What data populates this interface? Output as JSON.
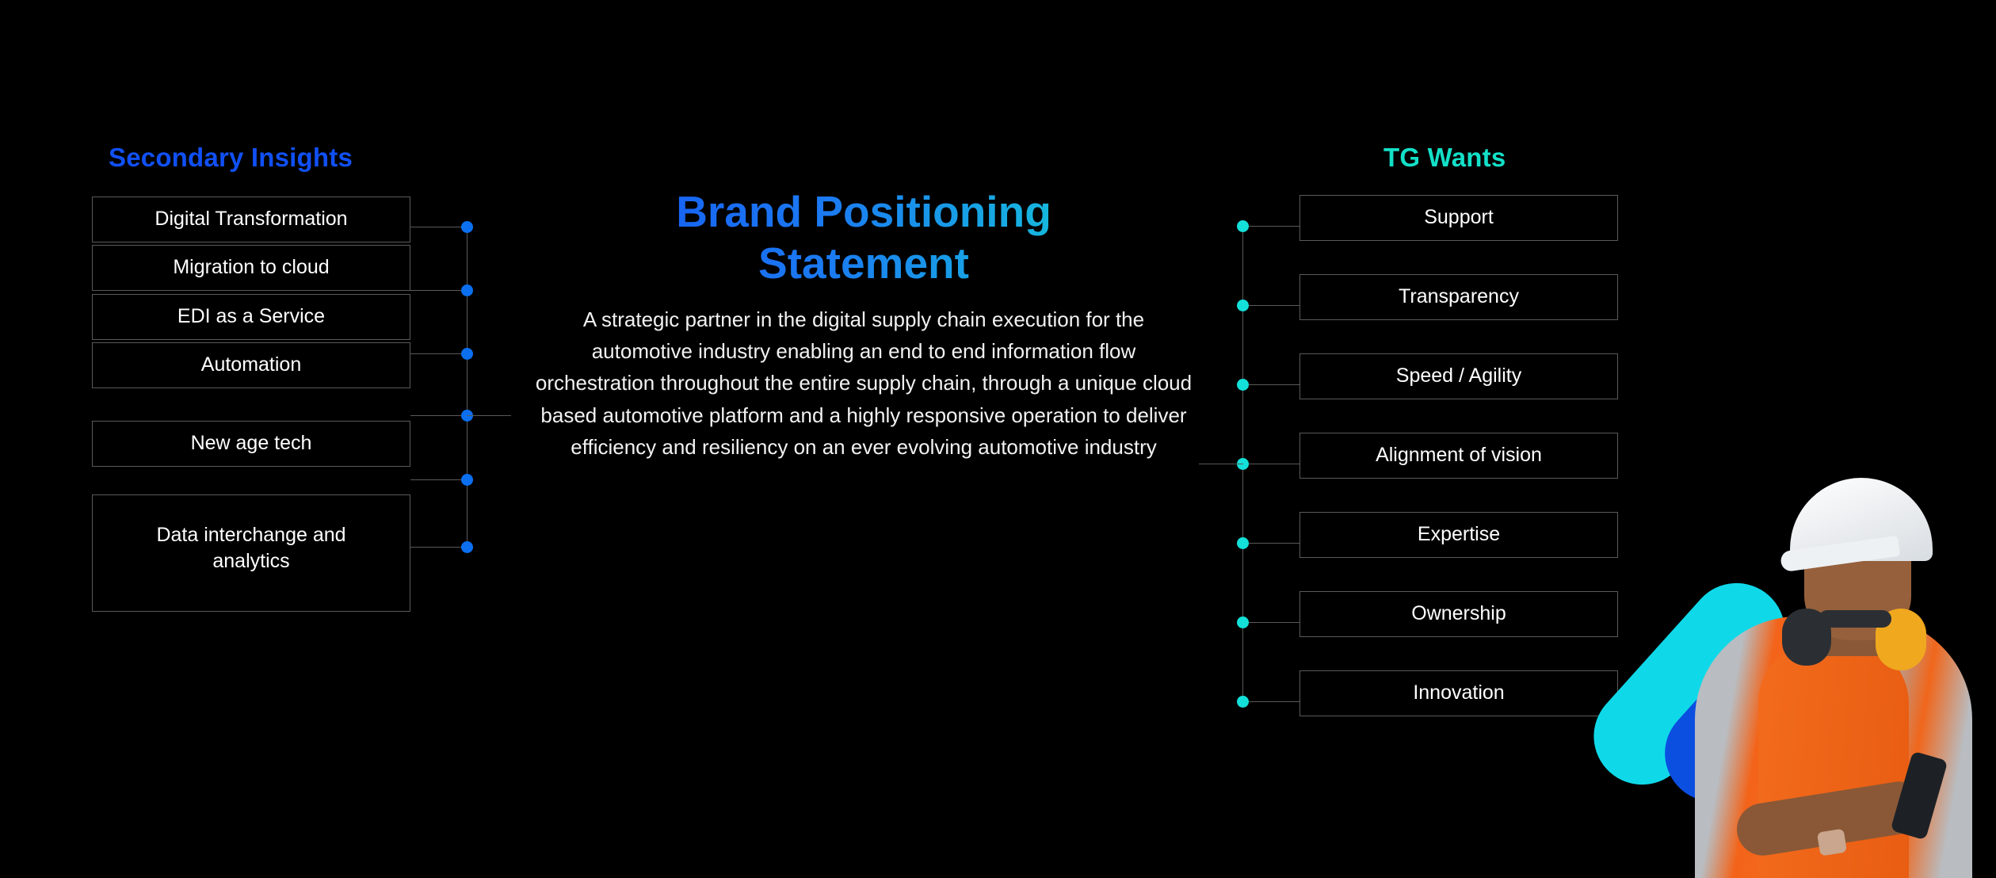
{
  "left_column": {
    "heading": "Secondary Insights",
    "accent_color": "#1050F5",
    "items": [
      {
        "label": "Digital Transformation"
      },
      {
        "label": "Migration to cloud"
      },
      {
        "label": "EDI as a Service"
      },
      {
        "label": "Automation"
      },
      {
        "label": "New age tech"
      },
      {
        "label": "Data interchange and analytics"
      }
    ]
  },
  "right_column": {
    "heading": "TG Wants",
    "accent_color": "#13E0C8",
    "items": [
      {
        "label": "Support"
      },
      {
        "label": "Transparency"
      },
      {
        "label": "Speed / Agility"
      },
      {
        "label": "Alignment of vision"
      },
      {
        "label": "Expertise"
      },
      {
        "label": "Ownership"
      },
      {
        "label": "Innovation"
      }
    ]
  },
  "center": {
    "title": "Brand Positioning Statement",
    "body": "A strategic partner in the digital supply chain execution for the automotive industry enabling an end to end information flow orchestration throughout the entire supply chain, through a unique cloud based automotive platform and a highly responsive operation to deliver efficiency and resiliency on an ever evolving automotive industry",
    "title_gradient_start": "#1550F5",
    "title_gradient_end": "#13E0D0"
  },
  "decoration": {
    "capsule_cyan_color": "#0FD9E8",
    "capsule_blue_color": "#0B4FE0",
    "photo_subject": "worker-in-hard-hat-photo"
  },
  "theme": {
    "background": "#000000",
    "box_border": "#5a5a5a",
    "text": "#ffffff",
    "dot_blue": "#0B6FF0",
    "dot_cyan": "#13E0D8"
  }
}
